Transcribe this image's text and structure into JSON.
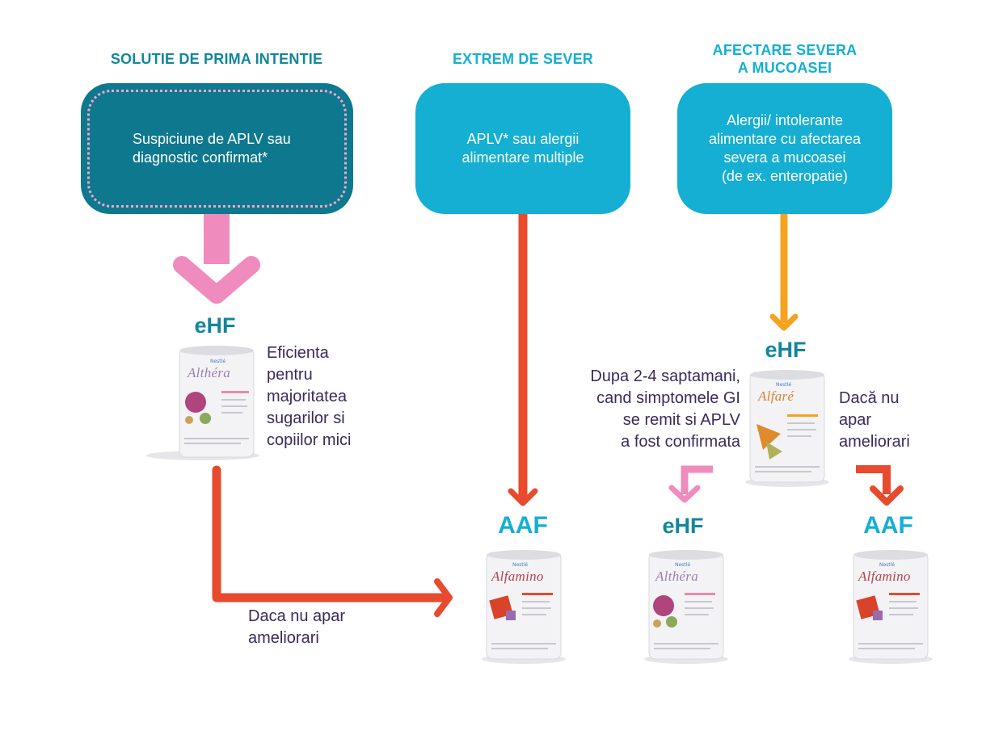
{
  "headers": {
    "first_line": "SOLUTIE DE PRIMA INTENTIE",
    "extreme": "EXTREM DE SEVER",
    "mucosa_line1": "AFECTARE SEVERA",
    "mucosa_line2": "A MUCOASEI"
  },
  "boxes": {
    "first_line": [
      "Suspiciune de APLV sau",
      "diagnostic confirmat*"
    ],
    "extreme": [
      "APLV* sau alergii",
      "alimentare multiple"
    ],
    "mucosa": [
      "Alergii/ intolerante",
      "alimentare cu afectarea",
      "severa a mucoasei",
      "(de ex. enteropatie)"
    ]
  },
  "labels": {
    "ehf": "eHF",
    "aaf": "AAF"
  },
  "products": {
    "althera": "Althéra",
    "alfamino": "Alfamino",
    "alfare": "Alfaré",
    "nestle": "Nestlé"
  },
  "notes": {
    "efficiency": [
      "Eficienta",
      "pentru",
      "majoritatea",
      "sugarilor si",
      "copiilor mici"
    ],
    "no_improvement_left": [
      "Daca nu apar",
      "ameliorari"
    ],
    "after_weeks": [
      "Dupa 2-4 saptamani,",
      "cand simptomele GI",
      "se remit si APLV",
      "a fost confirmata"
    ],
    "no_improvement_right": [
      "Dacă nu",
      "apar",
      "ameliorari"
    ]
  },
  "colors": {
    "dark_teal": "#0e788f",
    "light_blue": "#14afd2",
    "header_teal": "#12869c",
    "pink_arrow": "#f08bbd",
    "pink_dots": "#f3a6c8",
    "red_arrow": "#e84a2e",
    "orange_arrow": "#f5a31f",
    "note_text": "#3a2a5c"
  }
}
